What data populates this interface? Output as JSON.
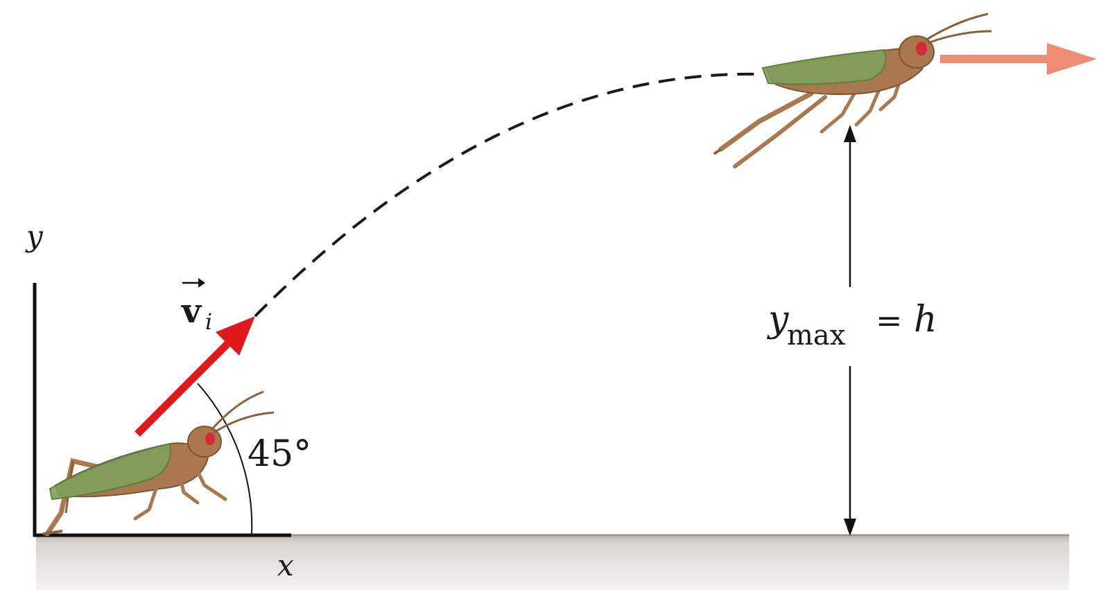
{
  "labels": {
    "axis_y": "y",
    "axis_x": "x",
    "velocity_symbol": "v",
    "velocity_subscript": "i",
    "angle": "45°",
    "height_y": "y",
    "height_sub": "max",
    "height_eq": "=",
    "height_h": "h"
  },
  "colors": {
    "velocity_arrow": "#e0191f",
    "horizontal_arrow": "#ee8d73",
    "trajectory": "#1a1a1a",
    "grasshopper_body": "#a9784e",
    "grasshopper_wing": "#7fa05c",
    "grasshopper_eye": "#d62a3a",
    "ground_top": "#b0a8a0",
    "ground_fill": "#d8d4d0"
  },
  "icons": [
    "grasshopper-launch-icon",
    "grasshopper-flying-icon"
  ],
  "launch_angle_deg": 45
}
